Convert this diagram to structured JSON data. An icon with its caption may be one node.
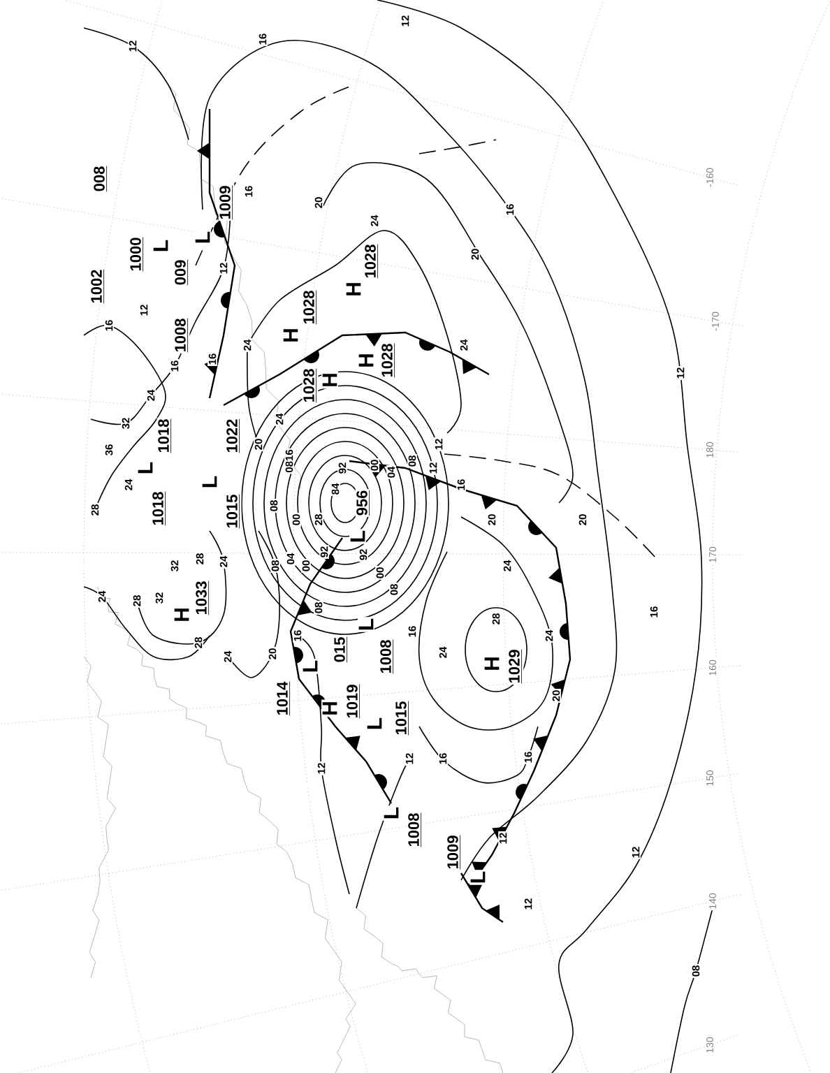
{
  "diagram": {
    "labels": [
      "12",
      "16",
      "12",
      "008",
      "1002",
      "L",
      "1000",
      "L",
      "1009",
      "16",
      "20",
      "009",
      "1008",
      "12",
      "12",
      "16",
      "16",
      "16",
      "24",
      "H",
      "1028",
      "H",
      "1028",
      "24",
      "H",
      "1028",
      "H",
      "1028",
      "24",
      "32",
      "36",
      "24",
      "28",
      "L",
      "1018",
      "1018",
      "L",
      "1015",
      "1022",
      "24",
      "20",
      "0816",
      "08",
      "00",
      "28",
      "84",
      "92",
      "00",
      "04",
      "08",
      "12",
      "L",
      "956",
      "16",
      "20",
      "24",
      "12",
      "12",
      "16",
      "20",
      "20",
      "-160",
      "-170",
      "180",
      "24",
      "28",
      "32",
      "32",
      "28",
      "24",
      "H",
      "1033",
      "08",
      "04",
      "00",
      "92",
      "92",
      "00",
      "08",
      "08",
      "28",
      "24",
      "20",
      "16",
      "L",
      "1014",
      "015",
      "L",
      "1008",
      "16",
      "H",
      "1019",
      "L",
      "1015",
      "12",
      "12",
      "16",
      "24",
      "L",
      "1008",
      "24",
      "28",
      "H",
      "1029",
      "24",
      "20",
      "16",
      "16",
      "12",
      "12",
      "12",
      "08",
      "170",
      "160",
      "150",
      "140",
      "130",
      "L",
      "1009"
    ]
  }
}
